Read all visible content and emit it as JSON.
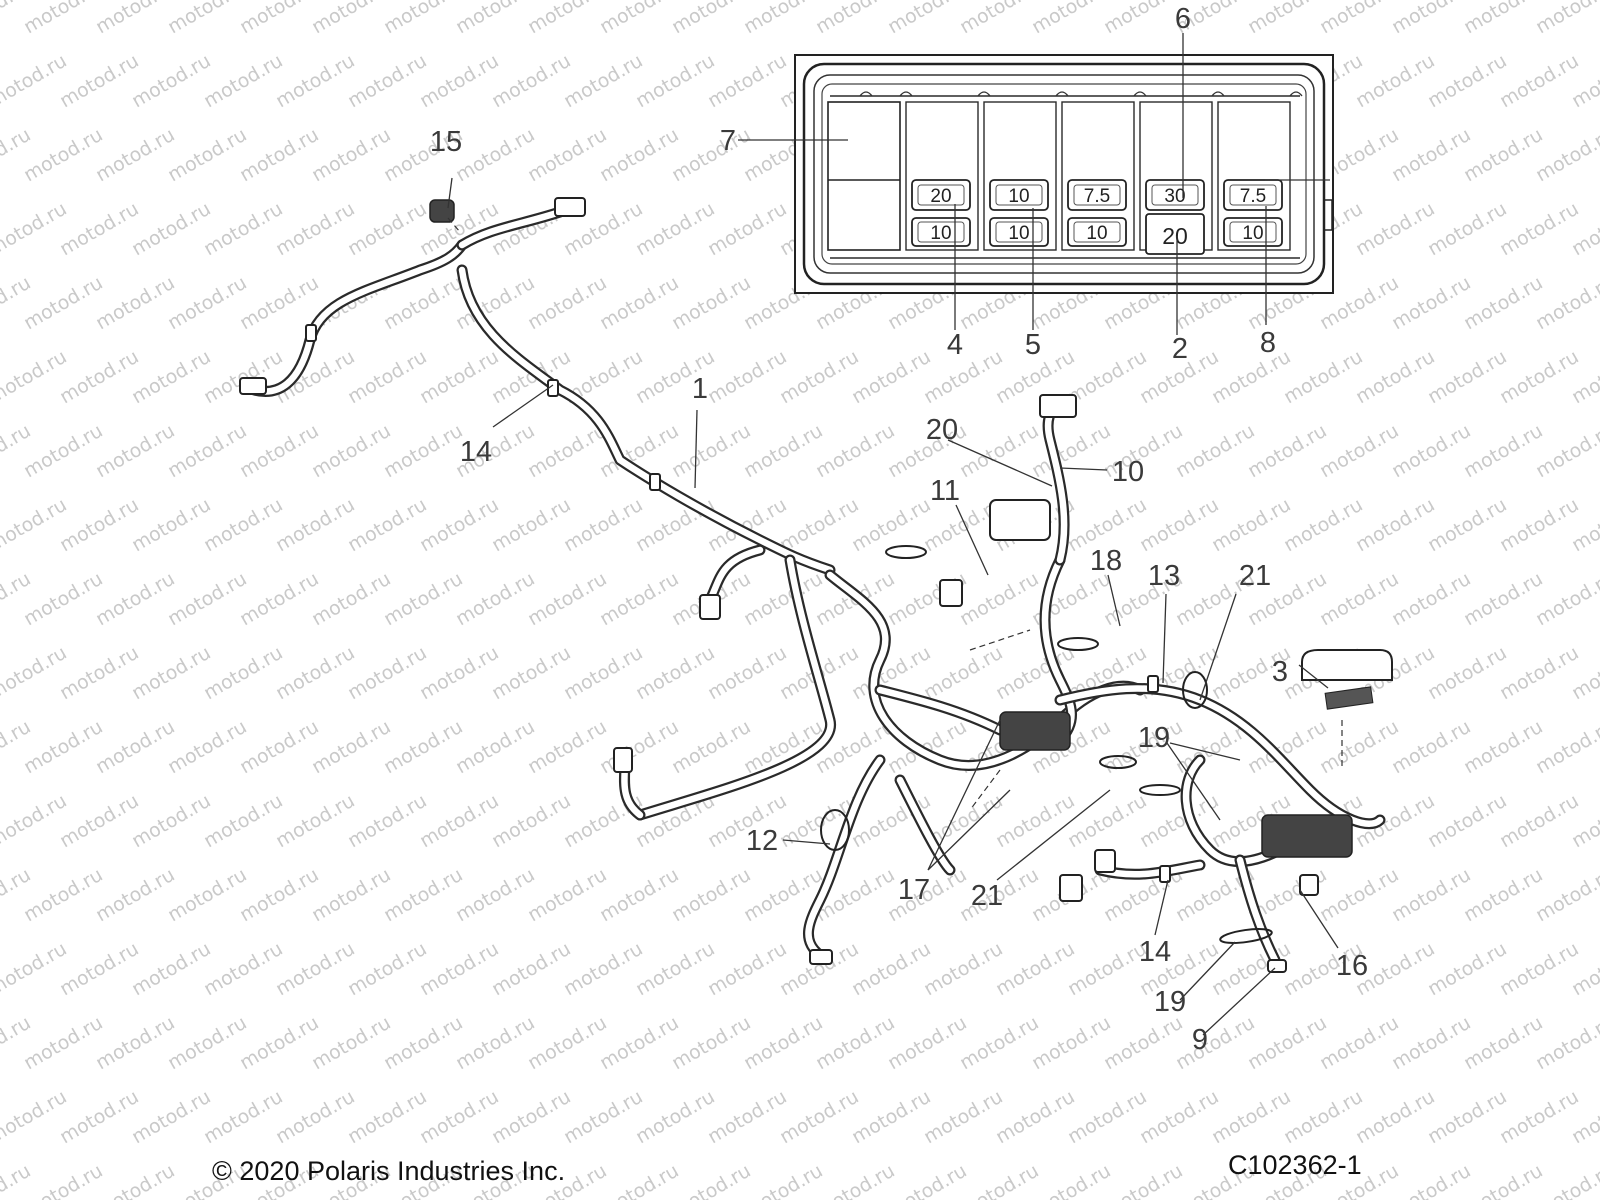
{
  "footer": {
    "copyright": "© 2020 Polaris Industries Inc.",
    "drawing_number": "C102362-1"
  },
  "watermark": "motod.ru",
  "fuse_box": {
    "top_row": [
      "20",
      "10",
      "7.5",
      "30",
      "7.5"
    ],
    "bottom_row": [
      "10",
      "10",
      "10",
      "20",
      "10"
    ]
  },
  "callouts": {
    "c1": "1",
    "c2": "2",
    "c3": "3",
    "c4": "4",
    "c5": "5",
    "c6": "6",
    "c7": "7",
    "c8": "8",
    "c9": "9",
    "c10": "10",
    "c11": "11",
    "c12": "12",
    "c13": "13",
    "c14a": "14",
    "c14b": "14",
    "c15": "15",
    "c16": "16",
    "c17": "17",
    "c18": "18",
    "c19a": "19",
    "c19b": "19",
    "c20": "20",
    "c21a": "21",
    "c21b": "21"
  }
}
